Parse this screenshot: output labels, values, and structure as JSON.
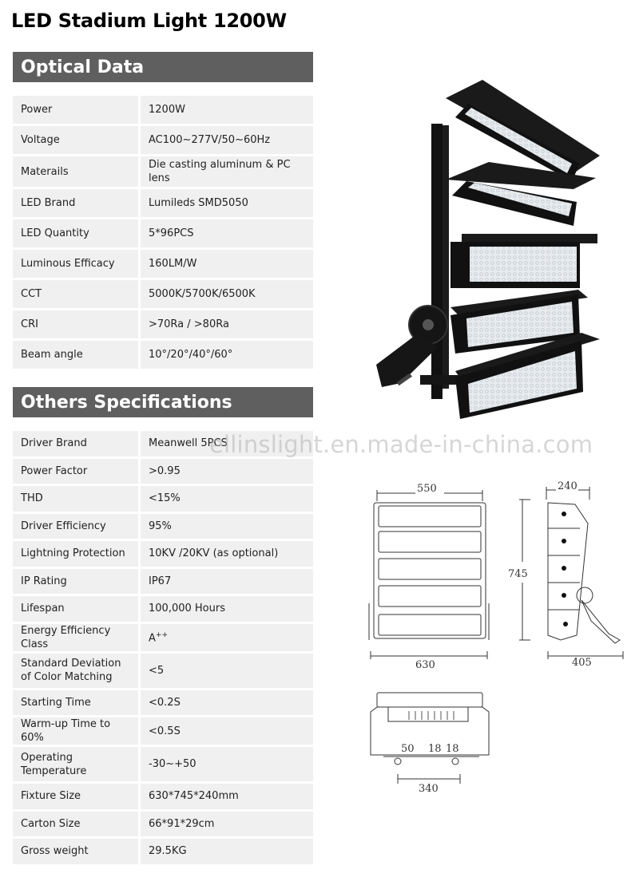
{
  "title": "LED Stadium Light 1200W",
  "watermark": "ellinslight.en.made-in-china.com",
  "optical": {
    "heading": "Optical Data",
    "rows": [
      {
        "label": "Power",
        "value": "1200W"
      },
      {
        "label": "Voltage",
        "value": "AC100~277V/50~60Hz"
      },
      {
        "label": "Materails",
        "value": "Die casting aluminum & PC lens"
      },
      {
        "label": "LED Brand",
        "value": "Lumileds SMD5050"
      },
      {
        "label": "LED Quantity",
        "value": "5*96PCS"
      },
      {
        "label": "Luminous Efficacy",
        "value": "160LM/W"
      },
      {
        "label": "CCT",
        "value": "5000K/5700K/6500K"
      },
      {
        "label": "CRI",
        "value": ">70Ra / >80Ra"
      },
      {
        "label": "Beam angle",
        "value": "10°/20°/40°/60°"
      }
    ]
  },
  "others": {
    "heading": "Others Specifications",
    "rows": [
      {
        "label": "Driver Brand",
        "value": "Meanwell 5PCS"
      },
      {
        "label": "Power Factor",
        "value": ">0.95"
      },
      {
        "label": "THD",
        "value": "<15%"
      },
      {
        "label": "Driver Efficiency",
        "value": "95%"
      },
      {
        "label": "Lightning Protection",
        "value": "10KV /20KV (as optional)"
      },
      {
        "label": "IP Rating",
        "value": "IP67"
      },
      {
        "label": "Lifespan",
        "value": "100,000 Hours"
      },
      {
        "label": "Energy Efficiency Class",
        "value": "A",
        "value_sup": "++"
      },
      {
        "label": "Standard Deviation of Color Matching",
        "value": "<5"
      },
      {
        "label": "Starting Time",
        "value": "<0.2S"
      },
      {
        "label": "Warm-up Time to 60%",
        "value": "<0.5S"
      },
      {
        "label": "Operating Temperature",
        "value": "-30~+50"
      },
      {
        "label": "Fixture Size",
        "value": "630*745*240mm"
      },
      {
        "label": "Carton Size",
        "value": "66*91*29cm"
      },
      {
        "label": "Gross weight",
        "value": "29.5KG"
      }
    ]
  },
  "dimensions": {
    "front_width_top": "550",
    "front_width_bottom": "630",
    "height": "745",
    "side_depth_top": "240",
    "side_depth_bottom": "405",
    "mount_a": "50",
    "mount_b": "18",
    "mount_c": "18",
    "mount_width": "340"
  }
}
